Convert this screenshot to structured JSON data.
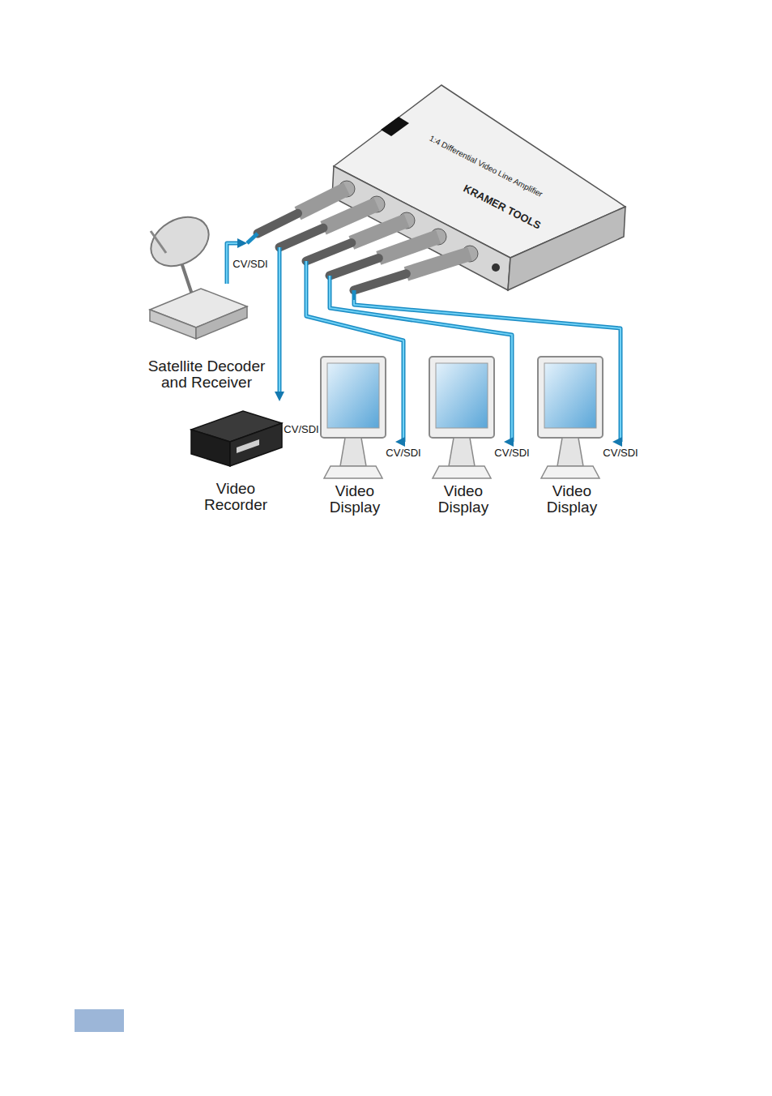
{
  "diagram": {
    "nodes": [
      {
        "text": [
          "KRAMER TOOLS",
          "1:4 Differential Video Line Amplifier"
        ]
      },
      {
        "text": [
          "Satellite Decoder and Receiver"
        ]
      },
      {
        "text": [
          "Video Recorder"
        ]
      },
      {
        "text": [
          "Video Display"
        ]
      },
      {
        "text": [
          "Video Display"
        ]
      },
      {
        "text": [
          "Video Display"
        ]
      }
    ],
    "edges": [
      {
        "from": 1,
        "to": 0,
        "arrow": "to",
        "label": "CV/SDI"
      },
      {
        "from": 0,
        "to": 2,
        "arrow": "to",
        "label": "CV/SDI"
      },
      {
        "from": 0,
        "to": 3,
        "arrow": "to",
        "label": "CV/SDI"
      },
      {
        "from": 0,
        "to": 4,
        "arrow": "to",
        "label": "CV/SDI"
      },
      {
        "from": 0,
        "to": 5,
        "arrow": "to",
        "label": "CV/SDI"
      }
    ]
  }
}
